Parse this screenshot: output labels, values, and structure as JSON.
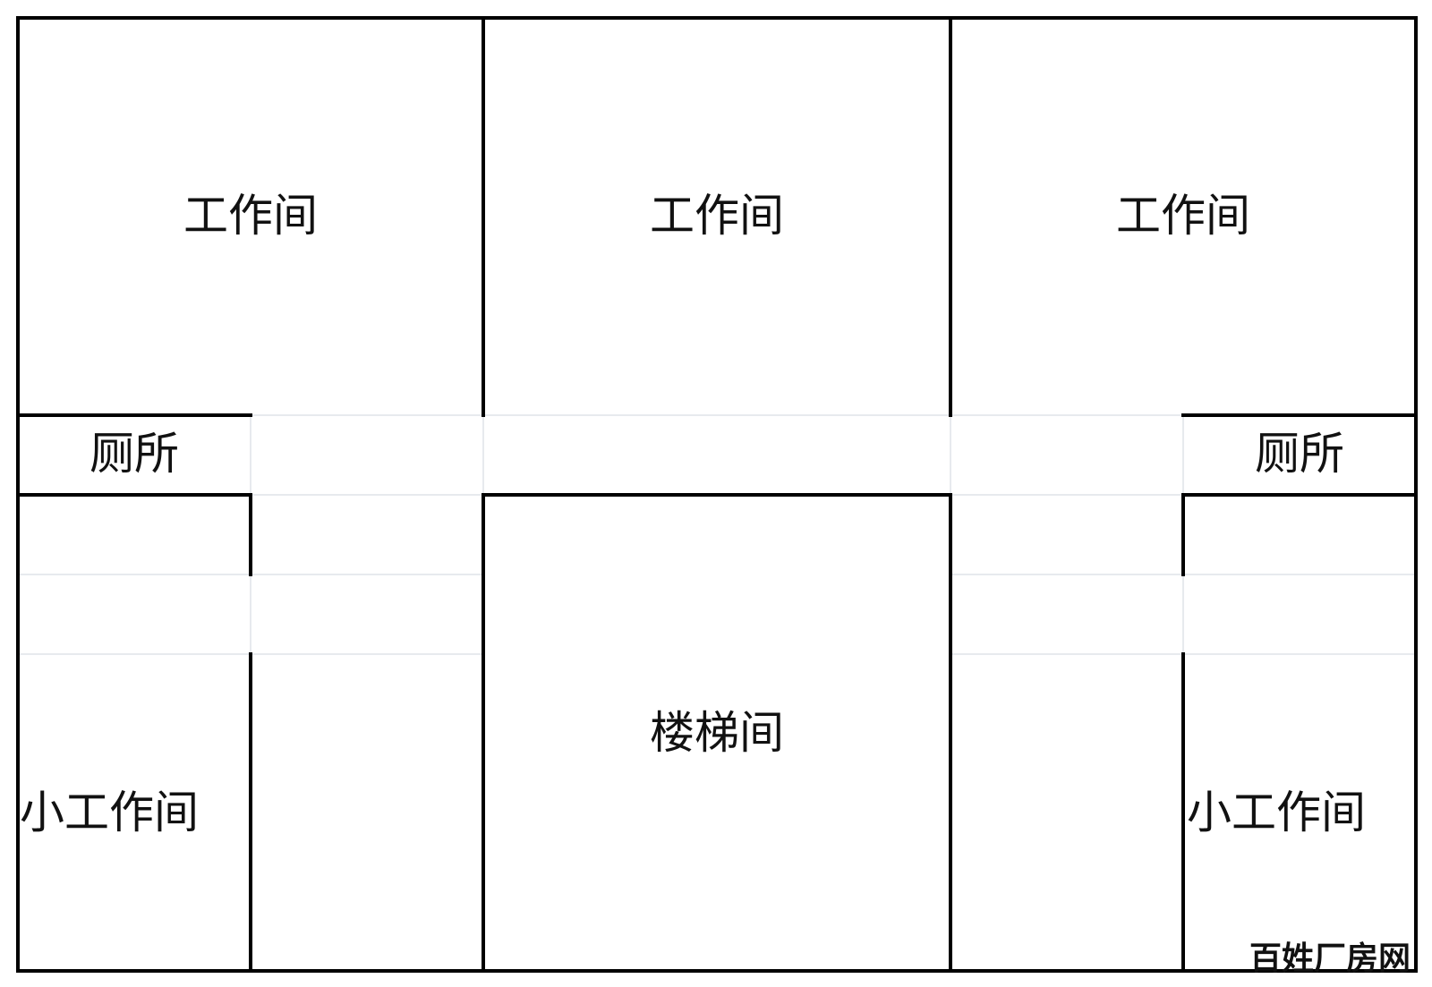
{
  "rooms": {
    "workroom_left": "工作间",
    "workroom_center": "工作间",
    "workroom_right": "工作间",
    "toilet_left": "厕所",
    "toilet_right": "厕所",
    "stairwell": "楼梯间",
    "small_workroom_left": "小工作间",
    "small_workroom_right": "小工作间"
  },
  "watermark": "百姓厂房网",
  "colors": {
    "wall": "#000000",
    "grid": "#dfe3e8",
    "background": "#ffffff"
  }
}
